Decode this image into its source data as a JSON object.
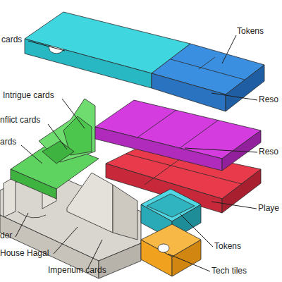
{
  "diagram": {
    "labels": [
      "cards",
      "Tokens",
      "Reso",
      "Intrigue cards",
      "nflict cards",
      "ards",
      "Reso",
      "Playe",
      "der",
      "House Hagal",
      "Imperium cards",
      "Tokens",
      "Tech tiles"
    ]
  }
}
